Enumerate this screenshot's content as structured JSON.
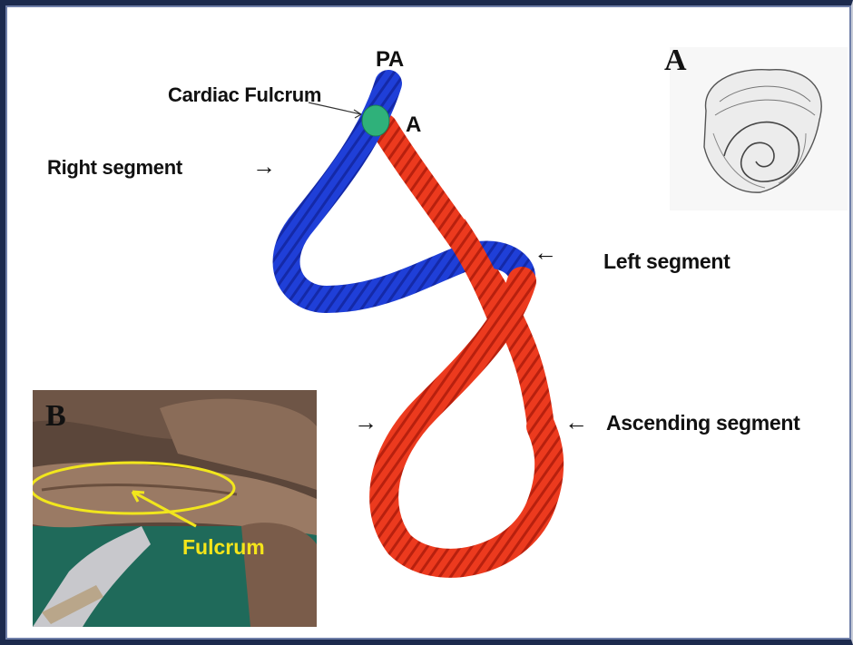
{
  "labels": {
    "pa": "PA",
    "a": "A",
    "cardiac_fulcrum": "Cardiac Fulcrum",
    "right_segment": "Right segment",
    "left_segment": "Left segment",
    "ascending_segment": "Ascending segment"
  },
  "panel_a": {
    "letter": "A"
  },
  "panel_b": {
    "letter": "B",
    "fulcrum_label": "Fulcrum"
  },
  "arrows": {
    "right": "→",
    "left": "←"
  },
  "colors": {
    "rope_blue": "#1f3fd8",
    "rope_red": "#e8321c",
    "fulcrum_dot": "#2fb17a",
    "frame": "#1c2a4d",
    "ellipse": "#f1e61d"
  }
}
